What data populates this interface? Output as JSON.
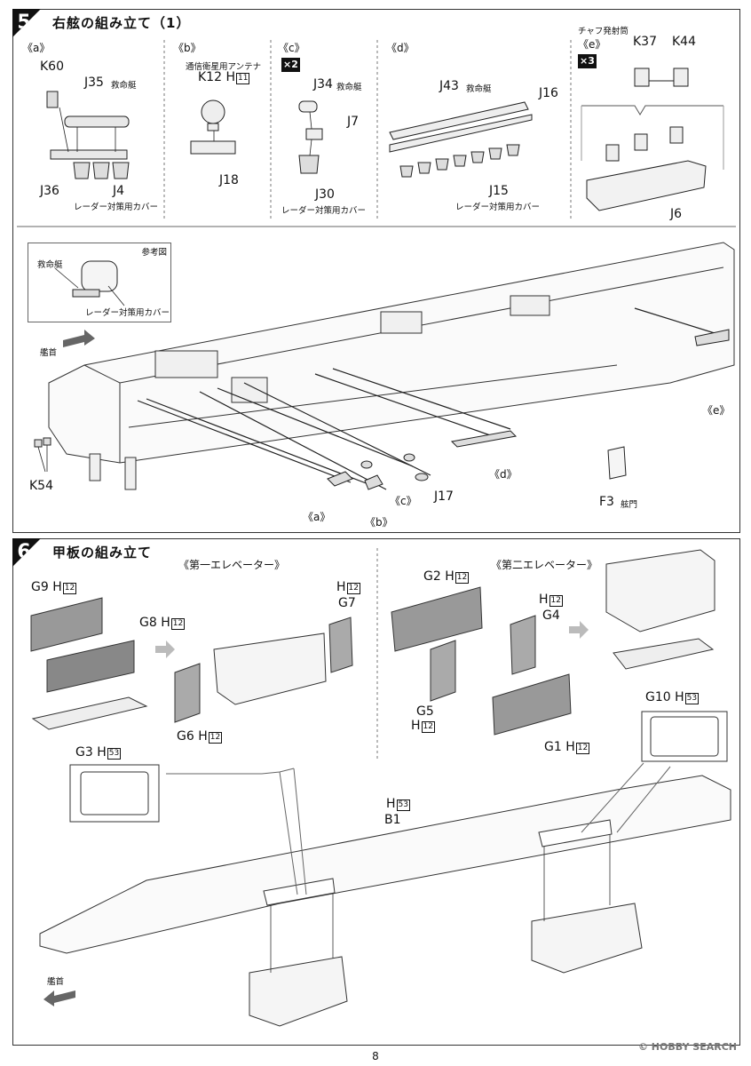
{
  "page_number": "8",
  "watermark": "© HOBBY SEARCH",
  "step5": {
    "num": "5",
    "title": "右舷の組み立て（1）",
    "sub_a": "《a》",
    "sub_b": "《b》",
    "sub_c": "《c》",
    "sub_d": "《d》",
    "sub_e": "《e》",
    "mult_c": "×2",
    "mult_e": "×3",
    "k60": "K60",
    "j35": "J35",
    "j35_note": "救命艇",
    "j36": "J36",
    "j4": "J4",
    "j4_note": "レーダー対策用カバー",
    "k12_note": "通信衛星用アンテナ",
    "k12": "K12",
    "h": "H",
    "h11": "11",
    "j18": "J18",
    "j34": "J34",
    "j34_note": "救命艇",
    "j7": "J7",
    "j30": "J30",
    "j30_note": "レーダー対策用カバー",
    "j43": "J43",
    "j43_note": "救命艇",
    "j16": "J16",
    "j15": "J15",
    "j15_note": "レーダー対策用カバー",
    "chaff_note": "チャフ発射筒",
    "k37": "K37",
    "k44": "K44",
    "j6": "J6",
    "ref_title": "参考図",
    "ref_boat": "救命艇",
    "ref_cover": "レーダー対策用カバー",
    "bow": "艦首",
    "k54": "K54",
    "j17": "J17",
    "f3": "F3",
    "f3_note": "舷門",
    "call_a": "《a》",
    "call_b": "《b》",
    "call_c": "《c》",
    "call_d": "《d》",
    "call_e": "《e》"
  },
  "step6": {
    "num": "6",
    "title": "甲板の組み立て",
    "elev1": "《第一エレベーター》",
    "elev2": "《第二エレベーター》",
    "g9": "G9",
    "g8": "G8",
    "g3": "G3",
    "g6": "G6",
    "g7": "G7",
    "g2": "G2",
    "g4": "G4",
    "g5": "G5",
    "g1": "G1",
    "g10": "G10",
    "b1": "B1",
    "h": "H",
    "h12": "12",
    "h53": "53",
    "bow": "艦首"
  }
}
